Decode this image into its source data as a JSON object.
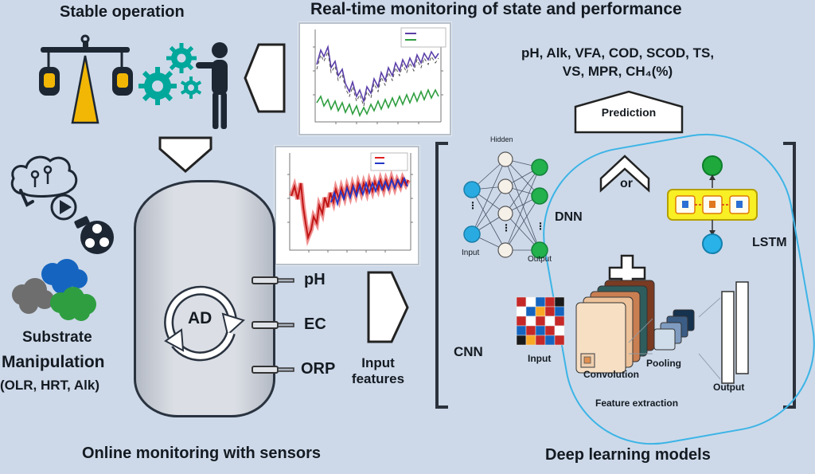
{
  "palette": {
    "background": "#cdd9e9",
    "ink": "#141a21",
    "gear_teal": "#00a79b",
    "accent_yellow": "#f2b705",
    "cyan_outline": "#3cb4e6",
    "node_input_blue": "#29abe2",
    "node_output_green": "#22b14c"
  },
  "titles": {
    "stable_operation": "Stable operation",
    "realtime_monitoring": "Real-time monitoring of state and performance",
    "online_monitoring": "Online monitoring with sensors",
    "deep_learning": "Deep learning models"
  },
  "left_panel": {
    "substrate": "Substrate",
    "manipulation": "Manipulation",
    "manipulation_params": "(OLR, HRT, Alk)"
  },
  "reactor": {
    "label": "AD",
    "sensors": [
      "pH",
      "EC",
      "ORP"
    ],
    "input_features_line1": "Input",
    "input_features_line2": "features"
  },
  "prediction": {
    "params_line1": "pH, Alk, VFA, COD, SCOD, TS,",
    "params_line2": "VS, MPR, CH₄(%)",
    "banner": "Prediction",
    "or_label": "or"
  },
  "dnn": {
    "label": "DNN",
    "hidden": "Hidden",
    "input": "Input",
    "output": "Output",
    "dots": "⋮"
  },
  "lstm": {
    "label": "LSTM"
  },
  "cnn": {
    "label": "CNN",
    "input": "Input",
    "convolution": "Convolution",
    "pooling": "Pooling",
    "output": "Output",
    "feature_extraction": "Feature extraction"
  },
  "chart_data": [
    {
      "type": "line",
      "series_colors": [
        "#5b3fa8",
        "#2e9e3f"
      ],
      "legend_position": "top-right"
    },
    {
      "type": "line",
      "series_colors": [
        "#e02020",
        "#2238c8"
      ],
      "legend_position": "top-right"
    }
  ]
}
